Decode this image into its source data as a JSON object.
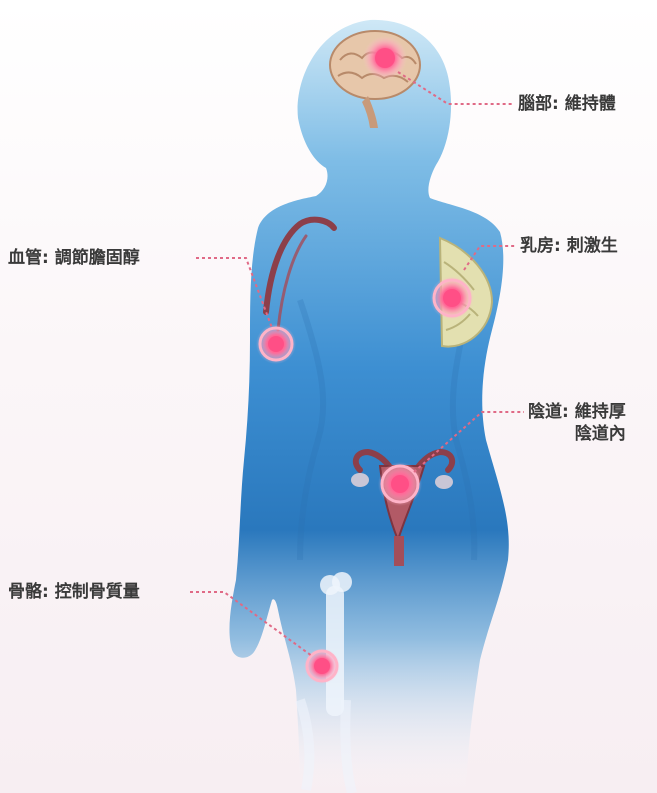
{
  "labels": {
    "brain": "腦部: 維持體",
    "blood_vessels": "血管: 調節膽固醇",
    "breast": "乳房: 刺激生",
    "vagina_line1": "陰道: 維持厚",
    "vagina_line2": "陰道內",
    "bone": "骨骼: 控制骨質量"
  },
  "colors": {
    "body_top": "#bfe0f3",
    "body_mid": "#3f8fd0",
    "body_deep": "#1f6fb5",
    "hotspot": "#ff4f86",
    "connector": "#e06a86",
    "text": "#3a3a3a"
  },
  "icons": [
    "brain-icon",
    "artery-icon",
    "breast-icon",
    "uterus-icon",
    "bone-icon"
  ]
}
